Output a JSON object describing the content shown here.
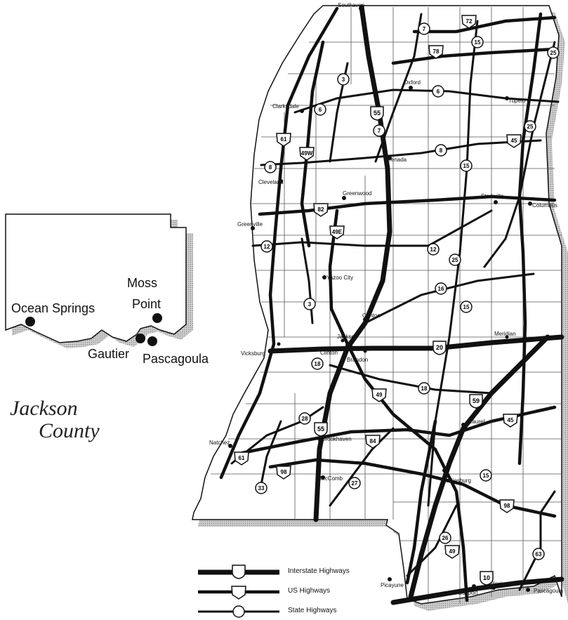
{
  "county_inset": {
    "title_line1": "Jackson",
    "title_line2": "County",
    "cities": [
      "Ocean Springs",
      "Moss",
      "Point",
      "Gautier",
      "Pascagoula"
    ]
  },
  "state_map": {
    "cities": [
      "Southaven",
      "Oxford",
      "Tupelo",
      "Clarksdale",
      "Cleveland",
      "Greenwood",
      "Grenada",
      "Greenville",
      "Starkville",
      "Columbus",
      "Yazoo City",
      "Canton",
      "Jackson",
      "Clinton",
      "Brandon",
      "Vicksburg",
      "Meridian",
      "Natchez",
      "Brookhaven",
      "McComb",
      "Laurel",
      "Hattiesburg",
      "Picayune",
      "Gulfport",
      "Biloxi",
      "Pascagoula"
    ],
    "interstate_routes": [
      "55",
      "20",
      "59",
      "10"
    ],
    "us_routes": [
      "61",
      "49W",
      "82",
      "49E",
      "49",
      "84",
      "98",
      "45",
      "72",
      "78"
    ],
    "state_routes": [
      "7",
      "3",
      "6",
      "8",
      "15",
      "25",
      "12",
      "16",
      "18",
      "28",
      "27",
      "33",
      "26",
      "63"
    ]
  },
  "legend": [
    {
      "label": "Interstate Highways",
      "type": "interstate"
    },
    {
      "label": "US Highways",
      "type": "us"
    },
    {
      "label": "State Highways",
      "type": "state"
    }
  ]
}
